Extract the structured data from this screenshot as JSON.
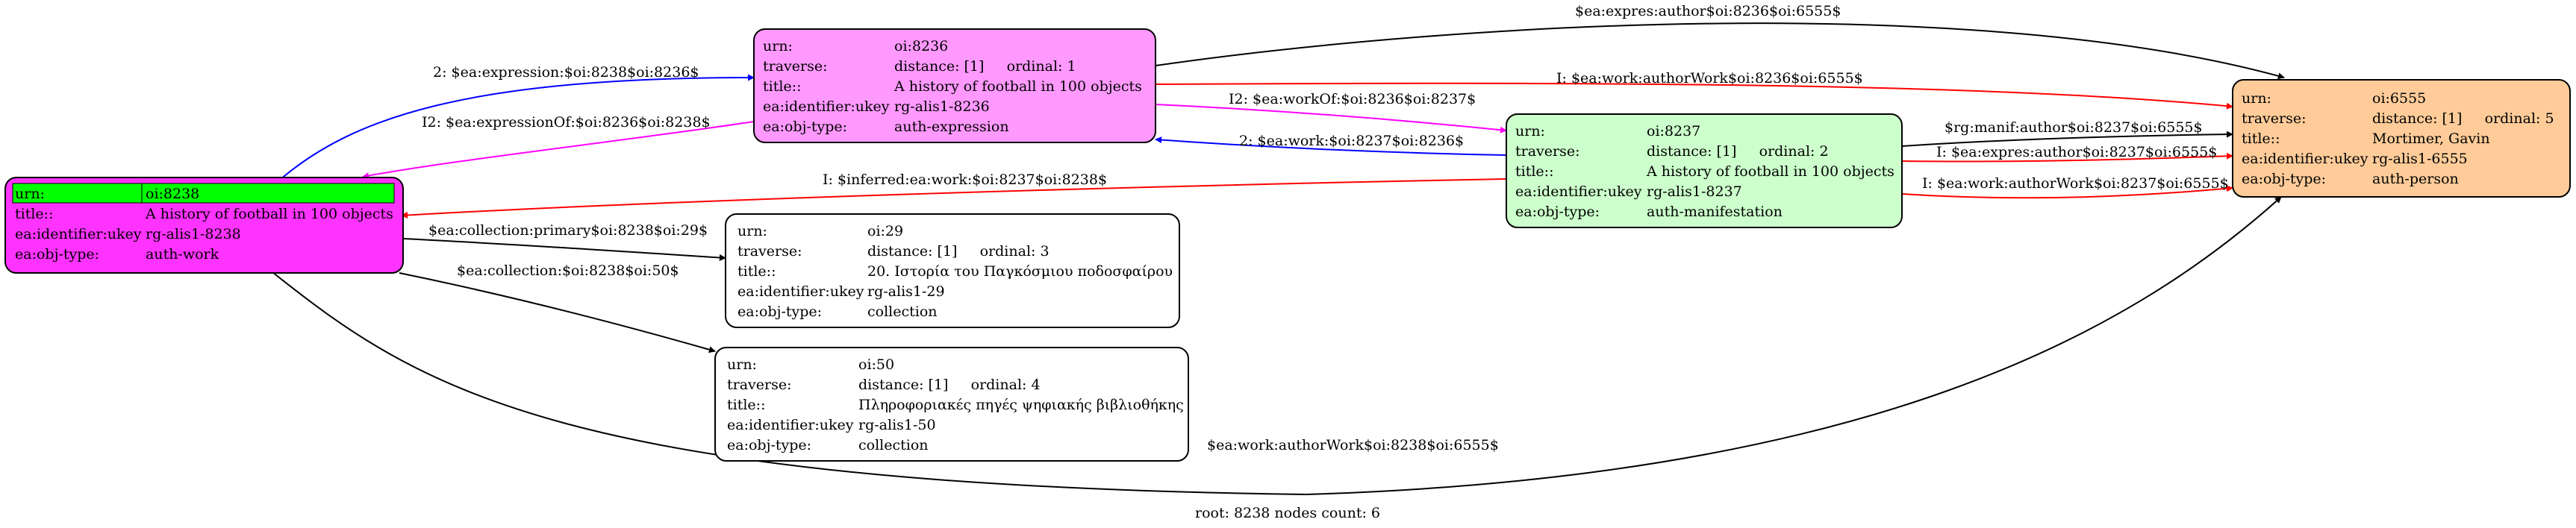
{
  "footer": "root: 8238 nodes count: 6",
  "nodes": {
    "n8236": {
      "fill": "#ff99ff",
      "rows": [
        [
          "urn:",
          "oi:8236"
        ],
        [
          "traverse:",
          "distance: [1]     ordinal: 1"
        ],
        [
          "title::",
          "A history of football in 100 objects"
        ],
        [
          "ea:identifier:ukey",
          "rg-alis1-8236"
        ],
        [
          "ea:obj-type:",
          "auth-expression"
        ]
      ]
    },
    "n8238": {
      "fill": "#ff33ff",
      "highlight": "#00ff00",
      "rows": [
        [
          "urn:",
          "oi:8238"
        ],
        [
          "title::",
          "A history of football in 100 objects"
        ],
        [
          "ea:identifier:ukey",
          "rg-alis1-8238"
        ],
        [
          "ea:obj-type:",
          "auth-work"
        ]
      ]
    },
    "n8237": {
      "fill": "#ccffcc",
      "rows": [
        [
          "urn:",
          "oi:8237"
        ],
        [
          "traverse:",
          "distance: [1]     ordinal: 2"
        ],
        [
          "title::",
          "A history of football in 100 objects"
        ],
        [
          "ea:identifier:ukey",
          "rg-alis1-8237"
        ],
        [
          "ea:obj-type:",
          "auth-manifestation"
        ]
      ]
    },
    "n6555": {
      "fill": "#ffcc99",
      "rows": [
        [
          "urn:",
          "oi:6555"
        ],
        [
          "traverse:",
          "distance: [1]     ordinal: 5"
        ],
        [
          "title::",
          "Mortimer, Gavin"
        ],
        [
          "ea:identifier:ukey",
          "rg-alis1-6555"
        ],
        [
          "ea:obj-type:",
          "auth-person"
        ]
      ]
    },
    "n29": {
      "fill": "#ffffff",
      "rows": [
        [
          "urn:",
          "oi:29"
        ],
        [
          "traverse:",
          "distance: [1]     ordinal: 3"
        ],
        [
          "title::",
          "20. Ιστορία του Παγκόσμιου ποδοσφαίρου"
        ],
        [
          "ea:identifier:ukey",
          "rg-alis1-29"
        ],
        [
          "ea:obj-type:",
          "collection"
        ]
      ]
    },
    "n50": {
      "fill": "#ffffff",
      "rows": [
        [
          "urn:",
          "oi:50"
        ],
        [
          "traverse:",
          "distance: [1]     ordinal: 4"
        ],
        [
          "title::",
          "Πληροφοριακές πηγές ψηφιακής βιβλιοθήκης"
        ],
        [
          "ea:identifier:ukey",
          "rg-alis1-50"
        ],
        [
          "ea:obj-type:",
          "collection"
        ]
      ]
    }
  },
  "edges": [
    {
      "label": "2: $ea:expression:$oi:8238$oi:8236$",
      "color": "#0000ff"
    },
    {
      "label": "I2: $ea:expressionOf:$oi:8236$oi:8238$",
      "color": "#ff00ff"
    },
    {
      "label": "$ea:expres:author$oi:8236$oi:6555$",
      "color": "#000000"
    },
    {
      "label": "I: $ea:work:authorWork$oi:8236$oi:6555$",
      "color": "#ff0000"
    },
    {
      "label": "I2: $ea:workOf:$oi:8236$oi:8237$",
      "color": "#ff00ff"
    },
    {
      "label": "2: $ea:work:$oi:8237$oi:8236$",
      "color": "#0000ff"
    },
    {
      "label": "I: $inferred:ea:work:$oi:8237$oi:8238$",
      "color": "#ff0000"
    },
    {
      "label": "$rg:manif:author$oi:8237$oi:6555$",
      "color": "#000000"
    },
    {
      "label": "I: $ea:expres:author$oi:8237$oi:6555$",
      "color": "#ff0000"
    },
    {
      "label": "I: $ea:work:authorWork$oi:8237$oi:6555$",
      "color": "#ff0000"
    },
    {
      "label": "$ea:collection:primary$oi:8238$oi:29$",
      "color": "#000000"
    },
    {
      "label": "$ea:collection:$oi:8238$oi:50$",
      "color": "#000000"
    },
    {
      "label": "$ea:work:authorWork$oi:8238$oi:6555$",
      "color": "#000000"
    }
  ]
}
